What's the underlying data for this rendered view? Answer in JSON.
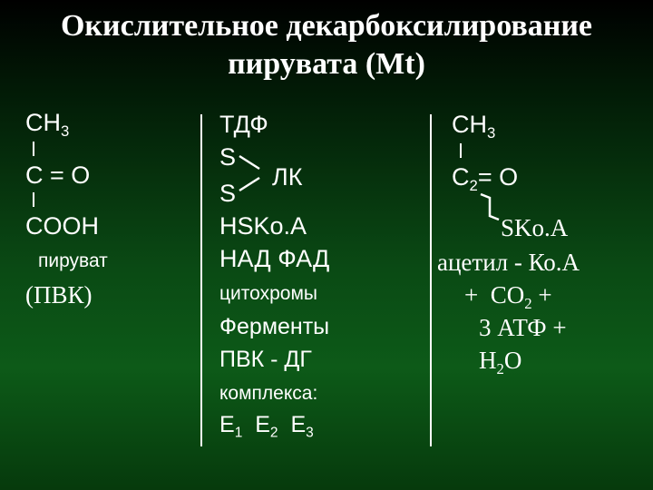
{
  "title_line1": "Окислительное декарбоксилирование",
  "title_line2": "пирувата (Mt)",
  "left": {
    "ch": "CH",
    "ch_sub": "3",
    "co": "C = O",
    "cooh": "COOH",
    "name": "пируват",
    "abbr": "(ПВК)"
  },
  "middle": {
    "tdf": "ТДФ",
    "s1": "S",
    "s2": "S",
    "lk": "ЛК",
    "hskoa": "HSKo.A",
    "nad_fad": "НАД ФАД",
    "cyto": "цитохромы",
    "enz": "Ферменты",
    "pvk_dg": "ПВК - ДГ",
    "complex": "комплекса:",
    "e": "E",
    "e1": "1",
    "e2": "2",
    "e3": "3"
  },
  "right": {
    "ch": "CH",
    "ch_sub": "3",
    "c2": "C",
    "c2_sub": "2",
    "eq_o": "= O",
    "skoa": "SKo.A",
    "acetyl": "ацетил - Ко.А",
    "plus1": "+",
    "co": "CO",
    "co_sub": "2",
    "plus2": "+",
    "atf": "3 АТФ",
    "plus3": "+",
    "h": "H",
    "h_sub": "2",
    "o": "O"
  }
}
